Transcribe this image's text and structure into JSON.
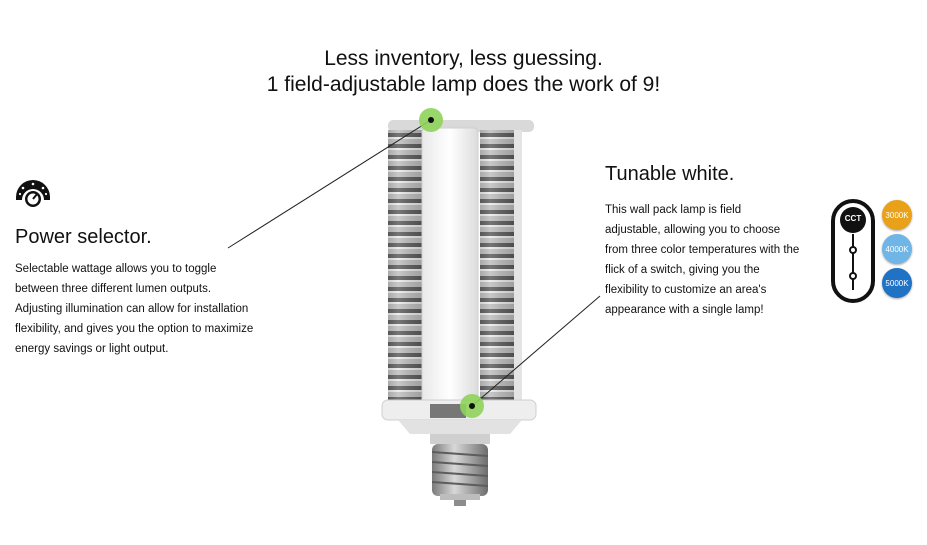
{
  "headline": {
    "line1": "Less inventory, less guessing.",
    "line2": "1 field-adjustable lamp does the work of 9!"
  },
  "power": {
    "icon": "power-meter-icon",
    "title": "Power selector.",
    "body_lines": [
      "Selectable wattage allows you to toggle",
      "between three different lumen outputs.",
      "Adjusting illumination can allow for installation",
      "flexibility, and gives you the option to maximize",
      "energy savings or light output."
    ]
  },
  "tunable": {
    "title": "Tunable white.",
    "body_lines": [
      "This wall pack lamp is field",
      "adjustable, allowing you to choose",
      "from three color temperatures with the",
      "flick of a switch, giving you the",
      "flexibility to customize an area's",
      "appearance with a single lamp!"
    ]
  },
  "cct": {
    "label": "CCT",
    "options": [
      {
        "label": "3000K",
        "color": "#e8a118"
      },
      {
        "label": "4000K",
        "color": "#6fb6e6"
      },
      {
        "label": "5000K",
        "color": "#1f72c4"
      }
    ]
  },
  "colors": {
    "callout_dot": "#8ed35a",
    "text": "#111111"
  }
}
